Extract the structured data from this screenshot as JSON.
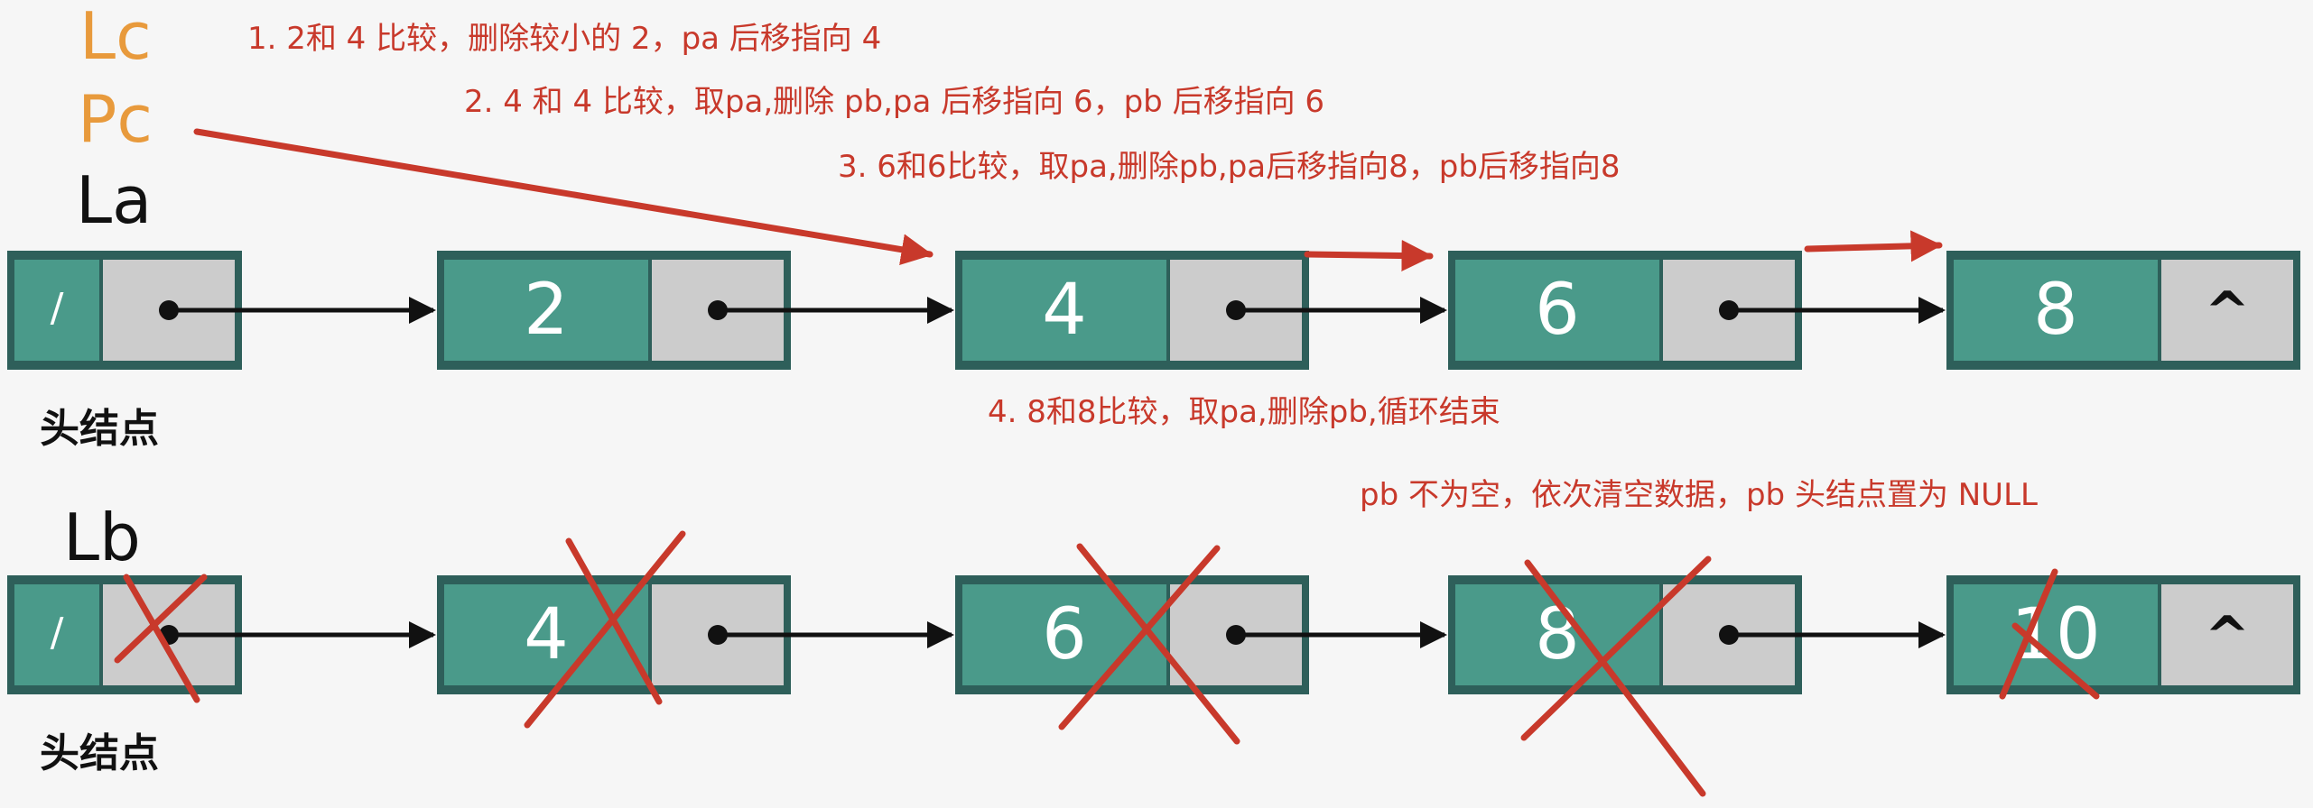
{
  "labels": {
    "lc": "Lc",
    "pc": "Pc",
    "la": "La",
    "lb": "Lb",
    "head_a": "头结点",
    "head_b": "头结点"
  },
  "notes": {
    "step1": "1. 2和 4 比较，删除较小的 2，pa 后移指向 4",
    "step2": "2. 4 和 4 比较，取pa,删除 pb,pa 后移指向 6，pb 后移指向 6",
    "step3": "3. 6和6比较，取pa,删除pb,pa后移指向8，pb后移指向8",
    "step4": "4. 8和8比较，取pa,删除pb,循环结束",
    "final": "pb 不为空，依次清空数据，pb 头结点置为 NULL"
  },
  "list_a": {
    "nodes": [
      {
        "data": "/",
        "next": ""
      },
      {
        "data": "2",
        "next": ""
      },
      {
        "data": "4",
        "next": ""
      },
      {
        "data": "6",
        "next": ""
      },
      {
        "data": "8",
        "next": "^"
      }
    ]
  },
  "list_b": {
    "nodes": [
      {
        "data": "/",
        "next": "",
        "deleted": true
      },
      {
        "data": "4",
        "next": "",
        "deleted": true
      },
      {
        "data": "6",
        "next": "",
        "deleted": true
      },
      {
        "data": "8",
        "next": "",
        "deleted": true
      },
      {
        "data": "10",
        "next": "^",
        "deleted": true
      }
    ]
  },
  "colors": {
    "node_fill": "#4a9a8a",
    "node_border": "#2e5f5a",
    "pointer_cell": "#cccccc",
    "arrow": "#111111",
    "annotation": "#c8392b",
    "label_orange": "#e89a3c"
  }
}
